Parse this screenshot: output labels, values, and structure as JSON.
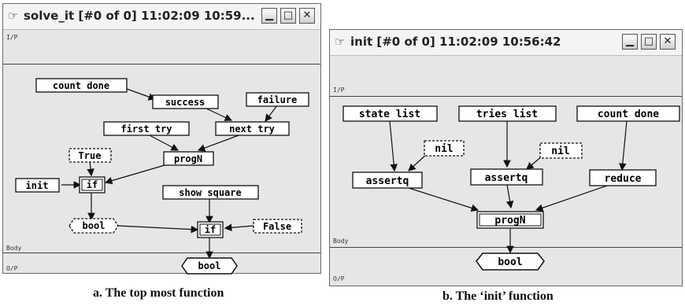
{
  "panel_a": {
    "title": "solve_it [#0 of 0]  11:02:09 10:59...",
    "lane_ip": "I/P",
    "lane_body": "Body",
    "lane_op": "O/P",
    "nodes": {
      "count_done": "count done",
      "success": "success",
      "failure": "failure",
      "first_try": "first try",
      "next_try": "next try",
      "true": "True",
      "progn": "progN",
      "init": "init",
      "if1": "if",
      "show_square": "show square",
      "bool": "bool",
      "if2": "if",
      "false": "False",
      "bool_out": "bool"
    },
    "caption": "a. The top most function"
  },
  "panel_b": {
    "title": "init [#0 of 0]  11:02:09 10:56:42",
    "lane_ip": "I/P",
    "lane_body": "Body",
    "lane_op": "O/P",
    "nodes": {
      "state_list": "state list",
      "tries_list": "tries list",
      "count_done": "count done",
      "nil1": "nil",
      "nil2": "nil",
      "assertq1": "assertq",
      "assertq2": "assertq",
      "reduce": "reduce",
      "progn": "progN",
      "bool_out": "bool"
    },
    "caption": "b. The ‘init’ function"
  }
}
